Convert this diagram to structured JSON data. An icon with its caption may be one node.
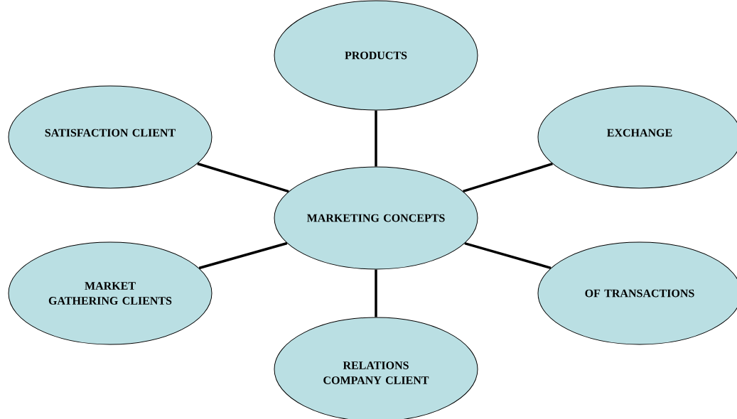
{
  "diagram": {
    "nodes": [
      {
        "text": [
          "PRODUCTS"
        ]
      },
      {
        "text": [
          "SATISFACTION CLIENT"
        ]
      },
      {
        "text": [
          "EXCHANGE"
        ]
      },
      {
        "text": [
          "MARKETING CONCEPTS"
        ]
      },
      {
        "text": [
          "MARKET GATHERING CLIENTS"
        ]
      },
      {
        "text": [
          "OF TRANSACTIONS"
        ]
      },
      {
        "text": [
          "RELATIONS COMPANY CLIENT"
        ]
      }
    ],
    "edges": [
      {
        "from": 3,
        "to": 0,
        "arrow": "none"
      },
      {
        "from": 3,
        "to": 1,
        "arrow": "none"
      },
      {
        "from": 3,
        "to": 2,
        "arrow": "none"
      },
      {
        "from": 3,
        "to": 4,
        "arrow": "none"
      },
      {
        "from": 3,
        "to": 5,
        "arrow": "none"
      },
      {
        "from": 3,
        "to": 6,
        "arrow": "none"
      }
    ]
  }
}
